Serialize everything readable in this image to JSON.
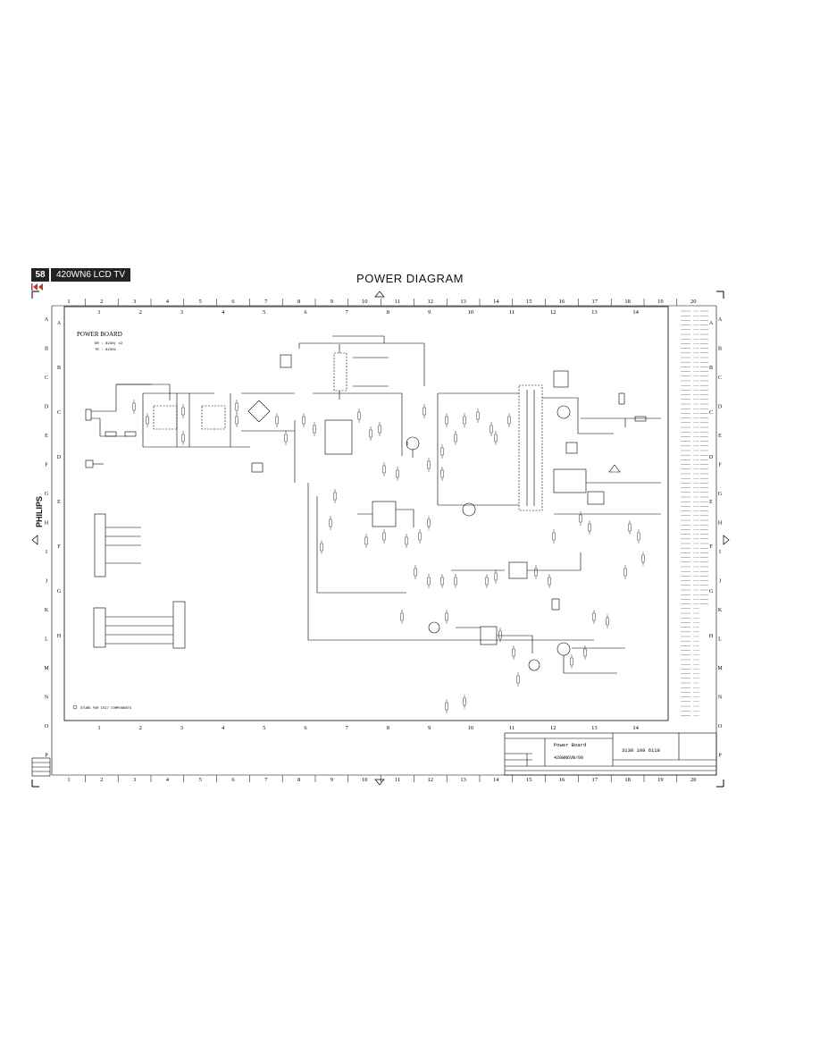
{
  "header": {
    "page_number": "58",
    "model": "420WN6 LCD TV",
    "title": "POWER  DIAGRAM"
  },
  "brand": "PHILIPS",
  "frame": {
    "top_cols": [
      "1",
      "2",
      "3",
      "4",
      "5",
      "6",
      "7",
      "8",
      "9",
      "10",
      "11",
      "12",
      "13",
      "14",
      "15",
      "16",
      "17",
      "18",
      "19",
      "20"
    ],
    "inner_cols": [
      "1",
      "2",
      "3",
      "4",
      "5",
      "6",
      "7",
      "8",
      "9",
      "10",
      "11",
      "12",
      "13",
      "14"
    ],
    "inner_cols_bottom": [
      "1",
      "2",
      "3",
      "4",
      "5",
      "6",
      "7",
      "8",
      "9",
      "10",
      "11",
      "12",
      "13",
      "14"
    ],
    "rows_left": [
      "A",
      "B",
      "C",
      "D",
      "E",
      "F",
      "G",
      "H",
      "I",
      "J",
      "K",
      "L",
      "M",
      "N",
      "O",
      "P"
    ],
    "rows_inner": [
      "A",
      "B",
      "C",
      "D",
      "E",
      "F",
      "G",
      "H"
    ]
  },
  "schematic": {
    "block_title": "POWER BOARD",
    "block_subtitle_1": "DR : 8230( x2",
    "block_subtitle_2": "TR : 82301",
    "footnote": "STUBS FOR CSI7 COMPONENTS"
  },
  "title_block": {
    "board_name": "Power  Board",
    "model_code": "420WN6VB/00",
    "doc_number": "3138 108 6118"
  }
}
